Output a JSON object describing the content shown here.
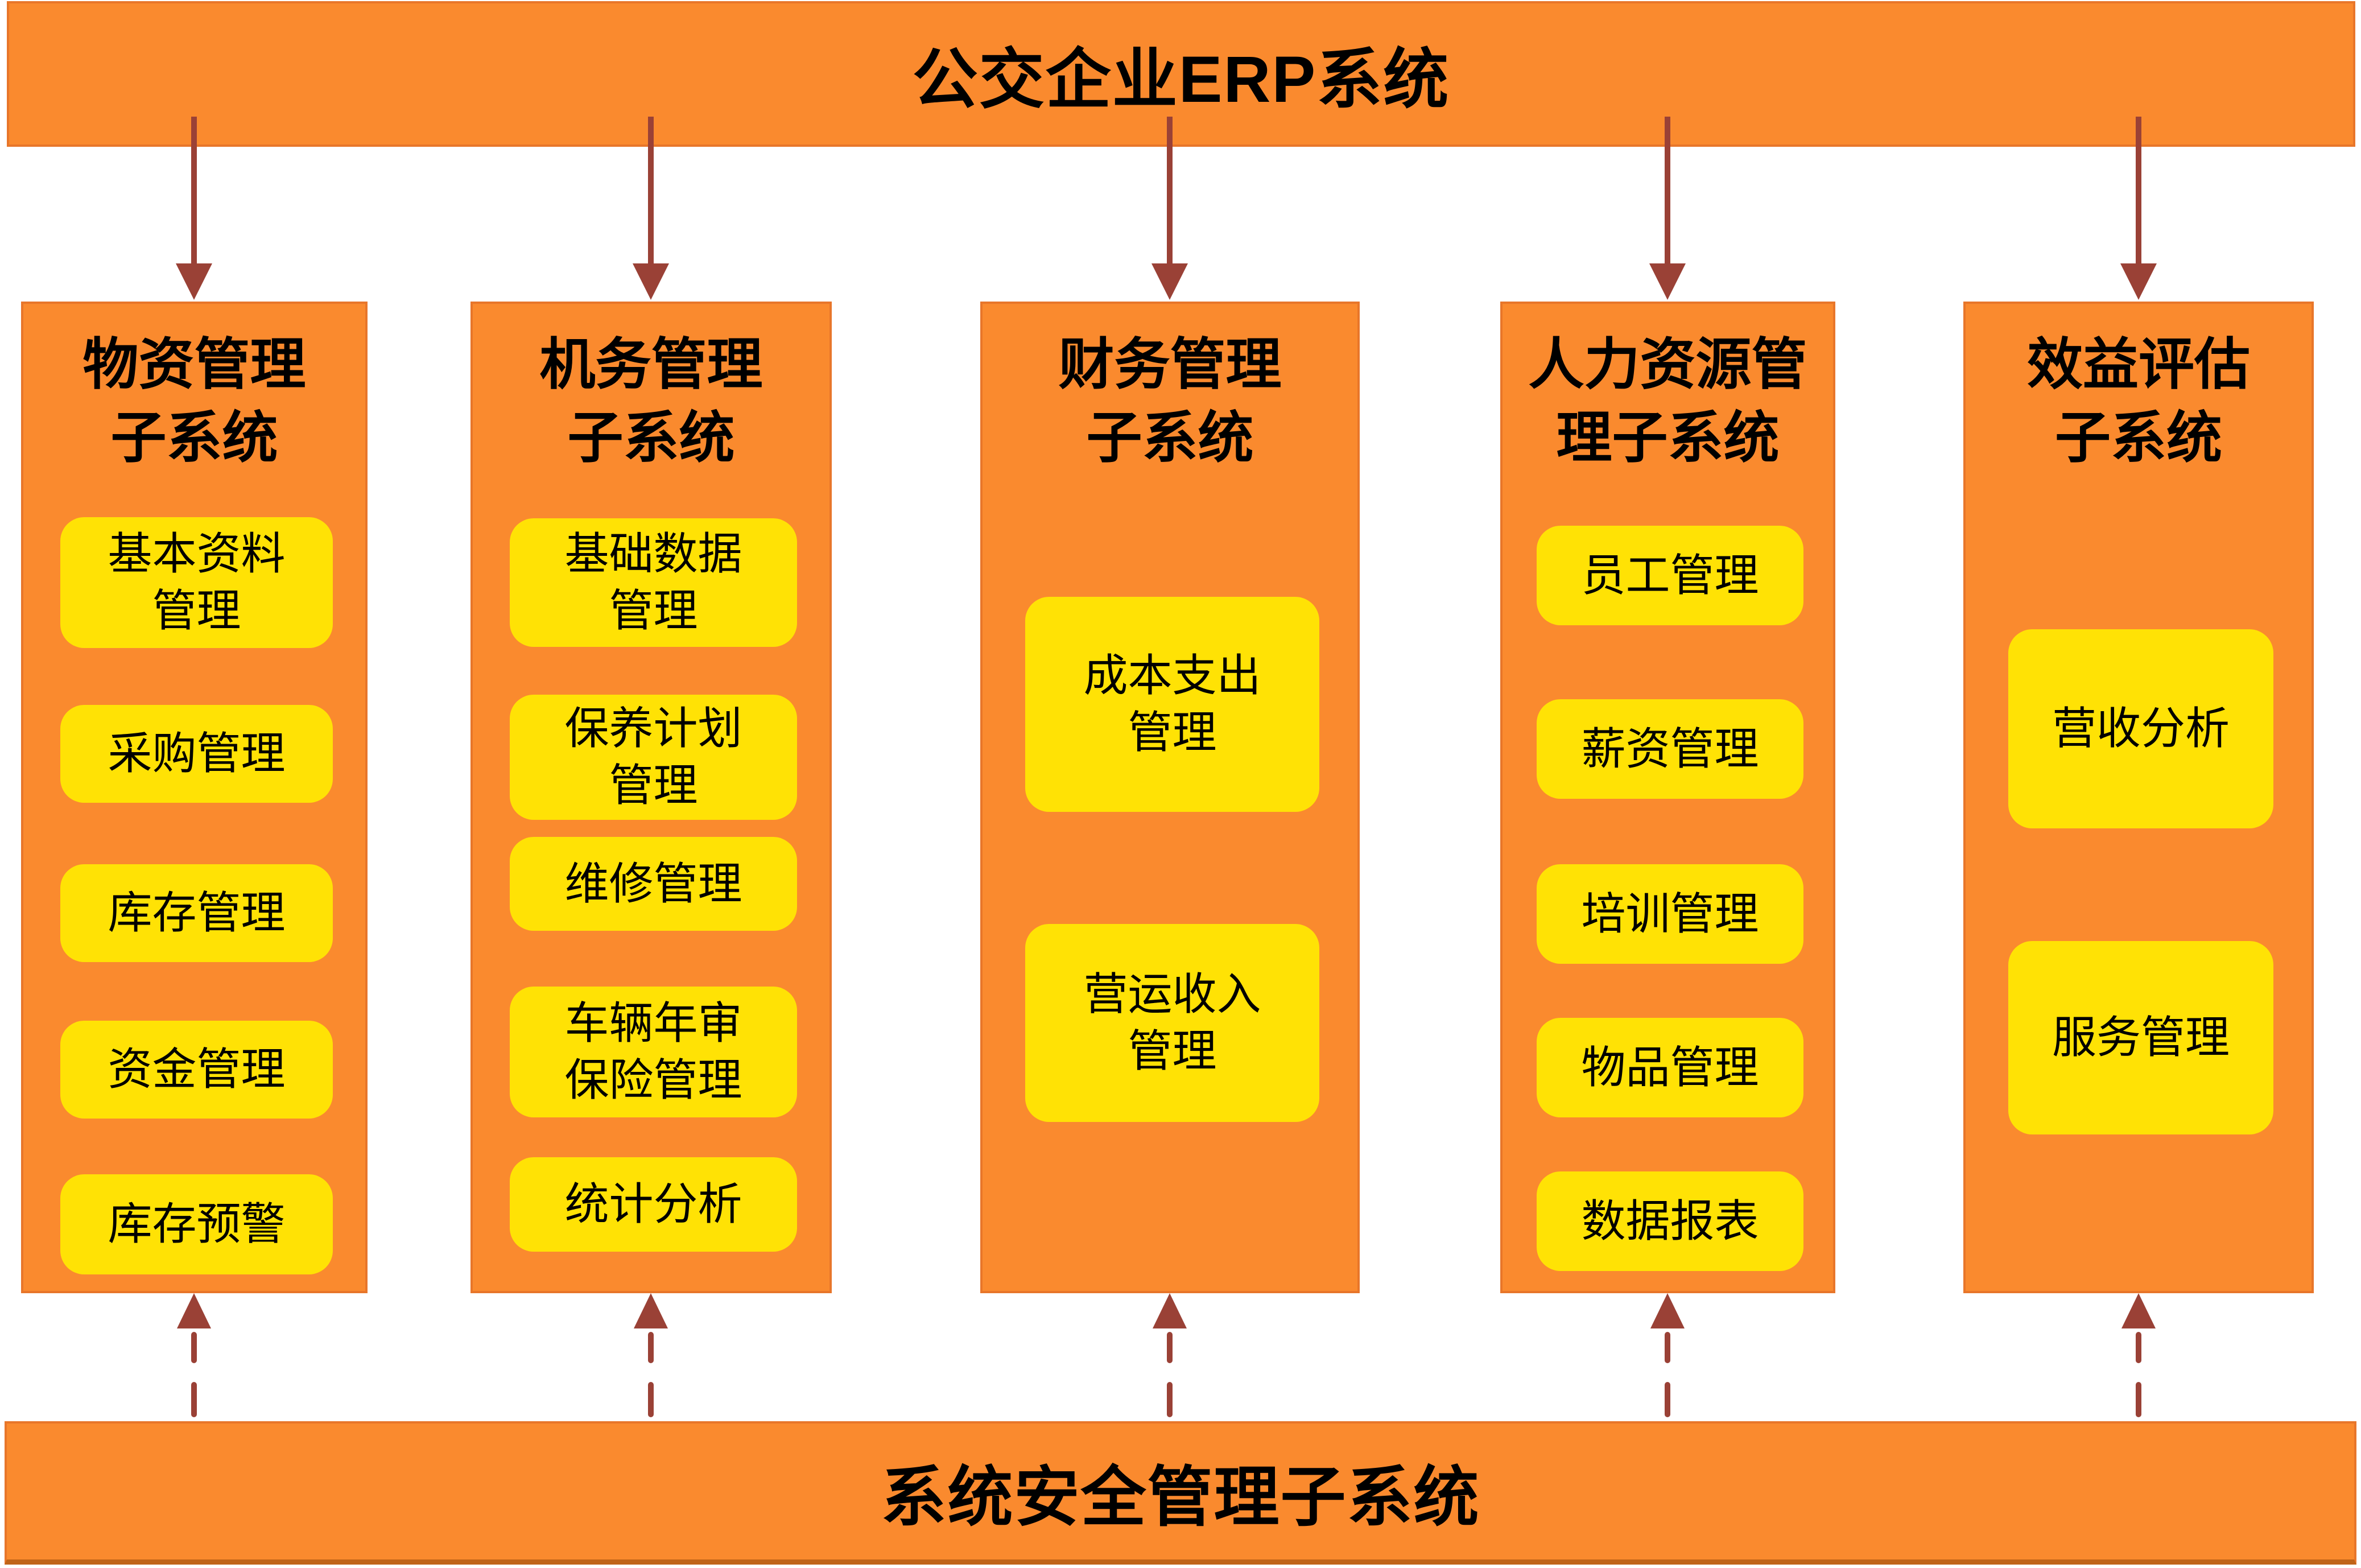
{
  "palette": {
    "orange": "#FA8A2E",
    "orange_border": "#E8762A",
    "yellow": "#FFE205",
    "arrow_red": "#9A4136",
    "text": "#000000",
    "background": "#FFFFFF"
  },
  "top_banner": {
    "title": "公交企业ERP系统"
  },
  "bottom_banner": {
    "title": "系统安全管理子系统"
  },
  "columns": [
    {
      "title": "物资管理\n子系统",
      "boxes": [
        "基本资料\n管理",
        "采购管理",
        "库存管理",
        "资金管理",
        "库存预警"
      ]
    },
    {
      "title": "机务管理\n子系统",
      "boxes": [
        "基础数据\n管理",
        "保养计划\n管理",
        "维修管理",
        "车辆年审\n保险管理",
        "统计分析"
      ]
    },
    {
      "title": "财务管理\n子系统",
      "boxes": [
        "成本支出\n管理",
        "营运收入\n管理"
      ]
    },
    {
      "title": "人力资源管\n理子系统",
      "boxes": [
        "员工管理",
        "薪资管理",
        "培训管理",
        "物品管理",
        "数据报表"
      ]
    },
    {
      "title": "效益评估\n子系统",
      "boxes": [
        "营收分析",
        "服务管理"
      ]
    }
  ]
}
